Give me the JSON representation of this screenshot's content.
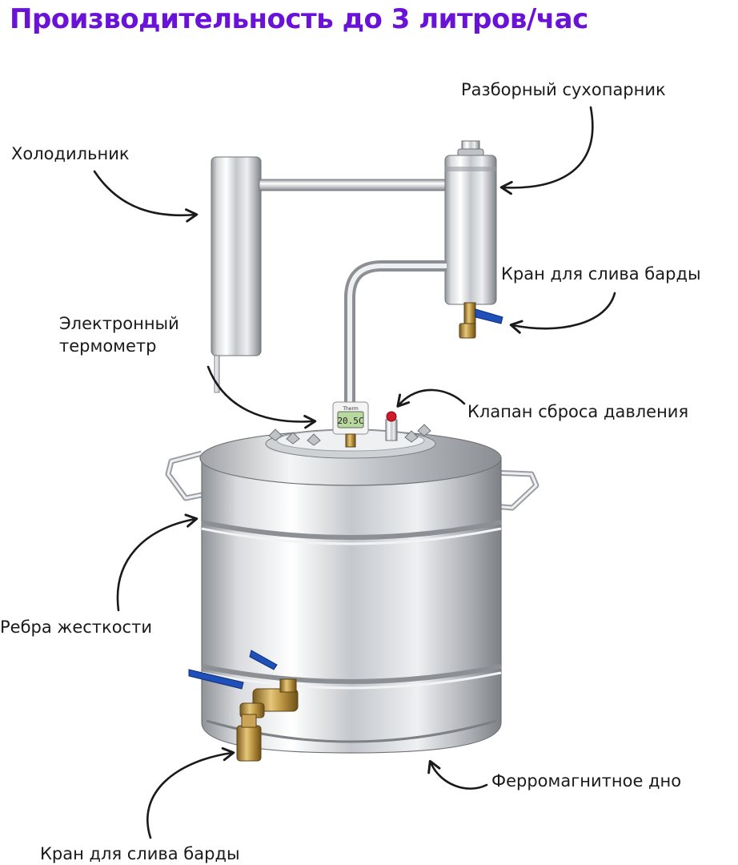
{
  "title": "Производительность до 3 литров/час",
  "colors": {
    "title": "#6a12d8",
    "text": "#1a1a1a",
    "valve_handle": "#1f4fb8",
    "relief_cap": "#d11a2a",
    "display": "#b9d8a0"
  },
  "labels": {
    "dry_steamer": "Разборный сухопарник",
    "condenser": "Холодильник",
    "drain_tap_top": "Кран для слива барды",
    "thermometer_line1": "Электронный",
    "thermometer_line2": "термометр",
    "relief_valve": "Клапан сброса давления",
    "ribs": "Ребра жесткости",
    "ferro_bottom": "Ферромагнитное дно",
    "drain_tap_bottom": "Кран для слива барды"
  },
  "thermometer": {
    "brand": "Therm",
    "reading": "20.5C"
  }
}
